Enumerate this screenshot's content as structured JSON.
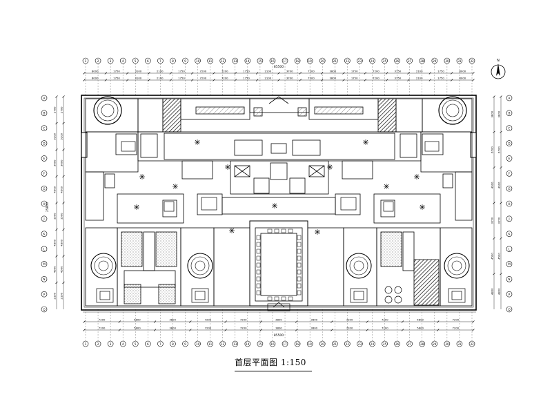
{
  "drawing": {
    "caption": "首层平面图 1:150",
    "north_mark": "N",
    "overall_dim": "85500",
    "bottom_overall_dim": "85500",
    "left_overall_dim": "25800"
  },
  "top_dims": [
    "8000",
    "1750",
    "3100",
    "2100",
    "1750",
    "7200",
    "7200",
    "1750",
    "2100",
    "3700",
    "7200",
    "3800",
    "1750",
    "7200",
    "3750",
    "2100",
    "1750",
    "8000"
  ],
  "bottom_dims": [
    "7200",
    "5800",
    "3800",
    "7200",
    "7200",
    "3800",
    "3800",
    "7200",
    "7200",
    "5800",
    "7200"
  ],
  "left_dims": [
    "2700",
    "5200",
    "3600",
    "4500",
    "1500",
    "4300",
    "4500",
    "2100"
  ],
  "right_dims": [
    "3600",
    "6700",
    "4900",
    "3150",
    "4500",
    "4800"
  ],
  "top_grid_labels": [
    "1",
    "2",
    "3",
    "4",
    "5",
    "6",
    "7",
    "8",
    "9",
    "10",
    "11",
    "12",
    "13",
    "14",
    "15",
    "16",
    "17",
    "18",
    "19",
    "20",
    "21",
    "22",
    "23",
    "24",
    "25",
    "26",
    "27",
    "28",
    "29",
    "30",
    "31",
    "32"
  ],
  "left_grid_labels": [
    "A",
    "B",
    "C",
    "D",
    "E",
    "F",
    "G",
    "H",
    "J",
    "K",
    "L",
    "M",
    "N",
    "P",
    "Q"
  ],
  "colors": {
    "ink": "#000000",
    "paper": "#ffffff",
    "hatch": "#222222"
  }
}
